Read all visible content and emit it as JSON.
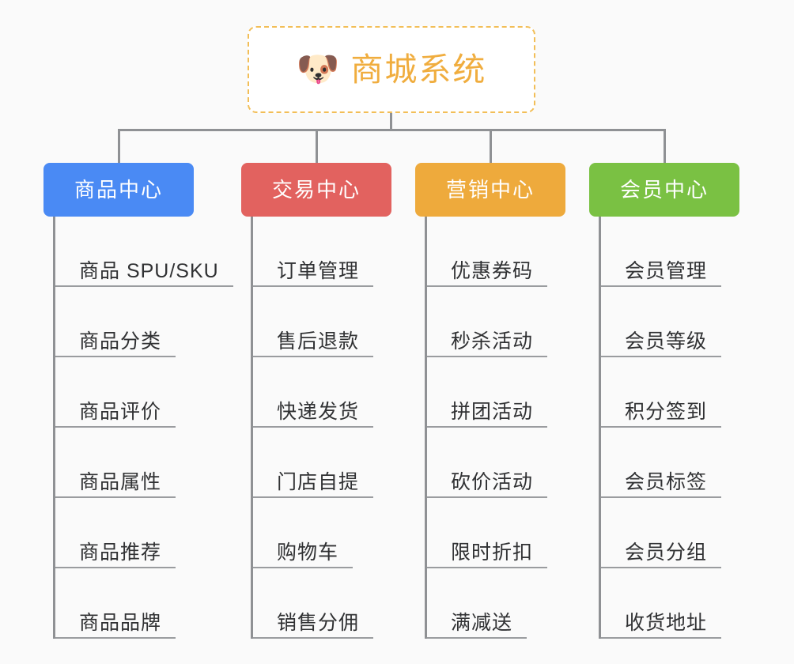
{
  "background_color": "#fafafa",
  "root": {
    "icon": "shiba-dog-face-emoji",
    "icon_glyph": "🐶",
    "title": "商城系统",
    "text_color": "#f0ad3e",
    "border_color": "#f2be57"
  },
  "connector_color": "#8f9194",
  "columns": [
    {
      "id": "product-center",
      "title": "商品中心",
      "color": "#4a8af4",
      "color_name": "blue",
      "items": [
        "商品 SPU/SKU",
        "商品分类",
        "商品评价",
        "商品属性",
        "商品推荐",
        "商品品牌"
      ]
    },
    {
      "id": "trade-center",
      "title": "交易中心",
      "color": "#e2625f",
      "color_name": "red",
      "items": [
        "订单管理",
        "售后退款",
        "快递发货",
        "门店自提",
        "购物车",
        "销售分佣"
      ]
    },
    {
      "id": "marketing-center",
      "title": "营销中心",
      "color": "#eeaa3c",
      "color_name": "orange",
      "items": [
        "优惠券码",
        "秒杀活动",
        "拼团活动",
        "砍价活动",
        "限时折扣",
        "满减送"
      ]
    },
    {
      "id": "member-center",
      "title": "会员中心",
      "color": "#7ac143",
      "color_name": "green",
      "items": [
        "会员管理",
        "会员等级",
        "积分签到",
        "会员标签",
        "会员分组",
        "收货地址"
      ]
    }
  ]
}
